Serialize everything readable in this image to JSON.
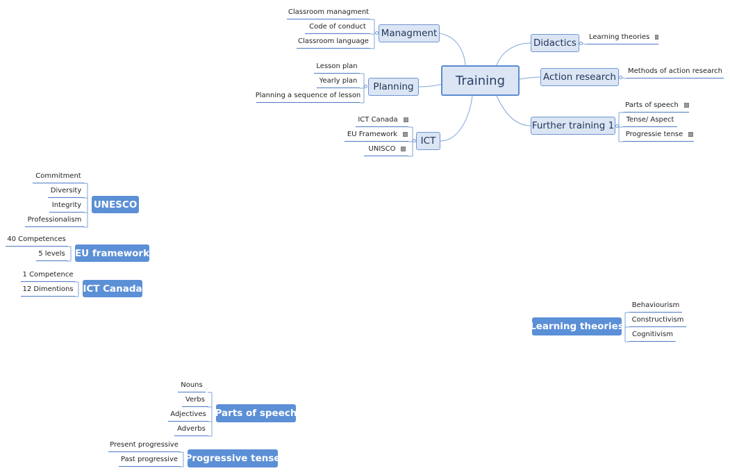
{
  "central": {
    "label": "Training"
  },
  "branches": {
    "managment": {
      "label": "Managment",
      "items": [
        "Classroom managment",
        "Code of conduct",
        "Classroom language"
      ]
    },
    "planning": {
      "label": "Planning",
      "items": [
        "Lesson plan",
        "Yearly plan",
        "Planning a sequence of lesson"
      ]
    },
    "ict": {
      "label": "ICT",
      "items": [
        "ICT Canada",
        "EU Framework",
        "UNISCO"
      ]
    },
    "didactics": {
      "label": "Didactics",
      "items": [
        "Learning theories"
      ]
    },
    "action_research": {
      "label": "Action research",
      "items": [
        "Methods of action research"
      ]
    },
    "further_training": {
      "label": "Further training 1",
      "items": [
        "Parts of speech",
        "Tense/ Aspect",
        "Progressie tense"
      ]
    }
  },
  "floating": {
    "unesco": {
      "label": "UNESCO",
      "items": [
        "Commitment",
        "Diversity",
        "Integrity",
        "Professionalism"
      ]
    },
    "eu_framework": {
      "label": "EU framework",
      "items": [
        "40 Competences",
        "5 levels"
      ]
    },
    "ict_canada": {
      "label": "ICT Canada",
      "items": [
        "1 Competence",
        "12 Dimentions"
      ]
    },
    "learning_theories": {
      "label": "Learning theories",
      "items": [
        "Behaviourism",
        "Constructivism",
        "Cognitivism"
      ]
    },
    "parts_of_speech": {
      "label": "Parts of speech",
      "items": [
        "Nouns",
        "Verbs",
        "Adjectives",
        "Adverbs"
      ]
    },
    "progressive_tense": {
      "label": "Progressive tense",
      "items": [
        "Present progressive",
        "Past progressive"
      ]
    }
  },
  "colors": {
    "line": "#7ea3d8",
    "leaf_underline": "#4a78c2",
    "node_fill": "#dbe5f4",
    "floating_fill": "#5b8fd6",
    "note_icon": "#9a9a9a"
  }
}
